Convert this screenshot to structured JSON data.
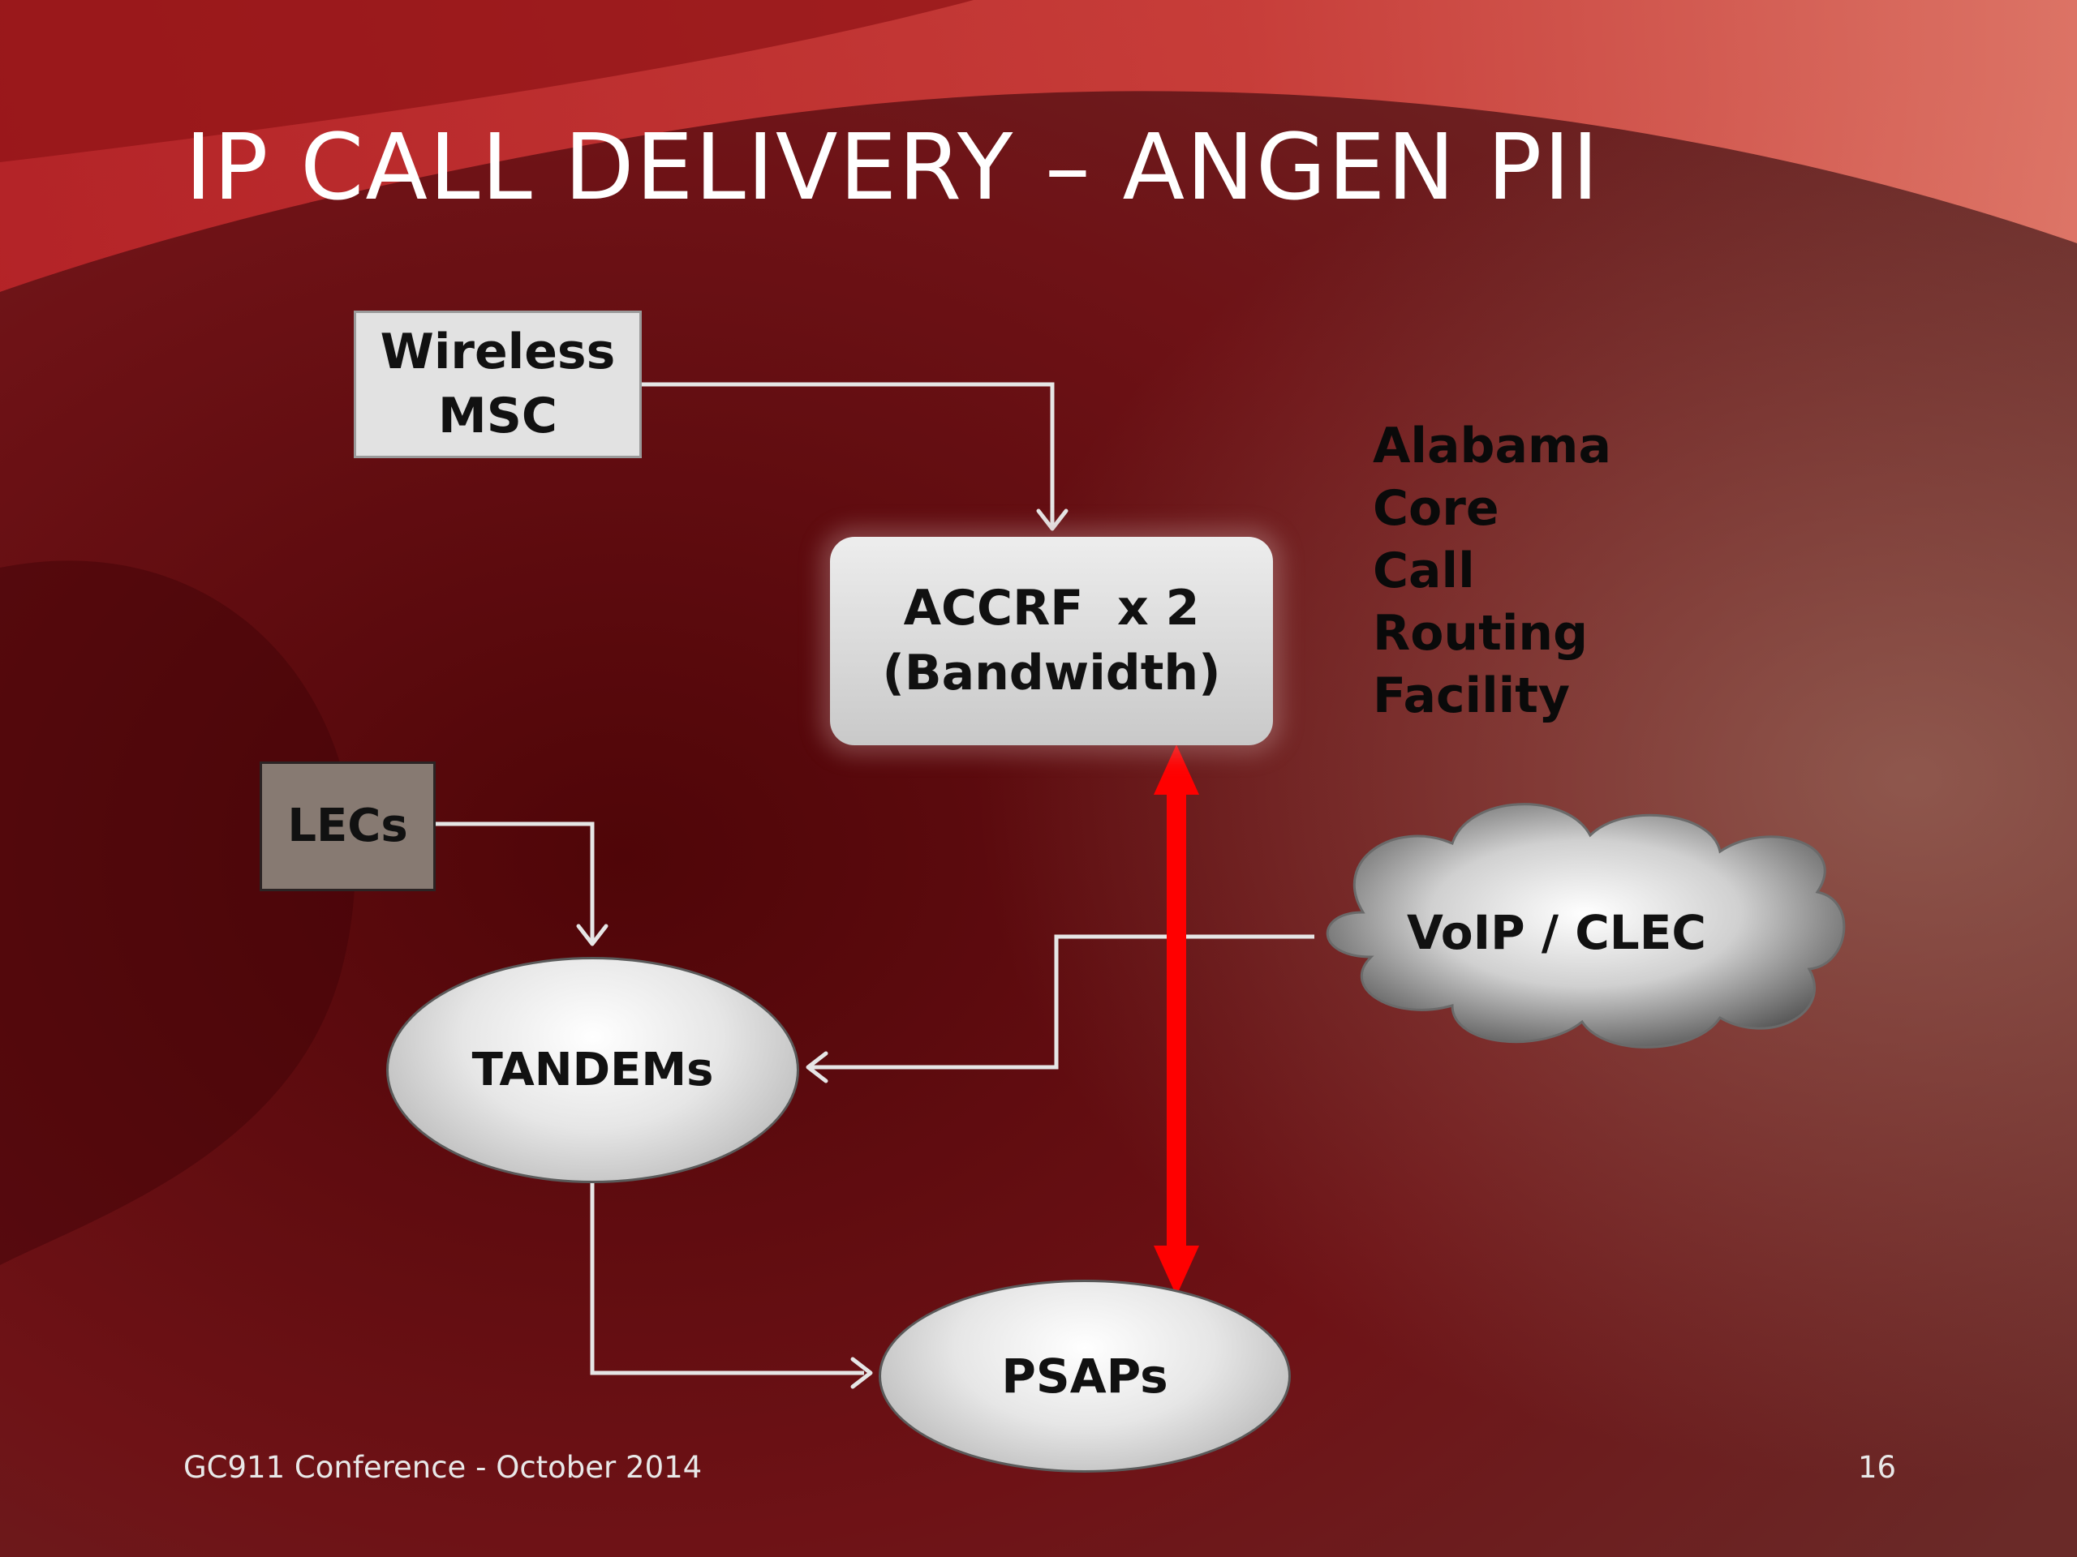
{
  "slide": {
    "title": "IP CALL DELIVERY – ANGEN PII",
    "footer_left": "GC911 Conference - October 2014",
    "page_number": "16"
  },
  "nodes": {
    "wireless_msc": [
      "Wireless",
      "MSC"
    ],
    "accrf": [
      "ACCRF  x 2",
      "(Bandwidth)"
    ],
    "lecs": "LECs",
    "voip_clec": "VoIP / CLEC",
    "tandems": "TANDEMs",
    "psaps": "PSAPs"
  },
  "accrf_description": [
    "Alabama",
    "Core",
    "Call",
    "Routing",
    "Facility"
  ],
  "colors": {
    "background": "#5a0d10",
    "title_text": "#ffffff",
    "connector": "#e6e6e6",
    "bidirectional_arrow": "#ff0000"
  }
}
